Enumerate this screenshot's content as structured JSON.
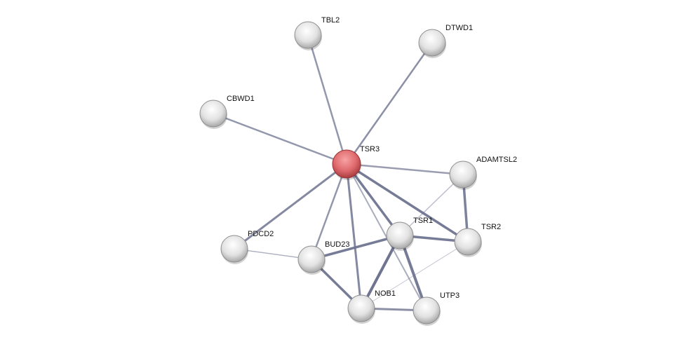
{
  "network": {
    "query_protein": "TSR3",
    "nodes": [
      {
        "id": "TSR3",
        "label": "TSR3",
        "query": true
      },
      {
        "id": "TBL2",
        "label": "TBL2"
      },
      {
        "id": "DTWD1",
        "label": "DTWD1"
      },
      {
        "id": "CBWD1",
        "label": "CBWD1"
      },
      {
        "id": "ADAMTSL2",
        "label": "ADAMTSL2"
      },
      {
        "id": "TSR1",
        "label": "TSR1"
      },
      {
        "id": "TSR2",
        "label": "TSR2"
      },
      {
        "id": "PDCD2",
        "label": "PDCD2"
      },
      {
        "id": "BUD23",
        "label": "BUD23"
      },
      {
        "id": "NOB1",
        "label": "NOB1"
      },
      {
        "id": "UTP3",
        "label": "UTP3"
      }
    ],
    "edges": [
      [
        "TSR3",
        "TBL2"
      ],
      [
        "TSR3",
        "DTWD1"
      ],
      [
        "TSR3",
        "CBWD1"
      ],
      [
        "TSR3",
        "ADAMTSL2"
      ],
      [
        "TSR3",
        "PDCD2"
      ],
      [
        "TSR3",
        "BUD23"
      ],
      [
        "TSR3",
        "NOB1"
      ],
      [
        "TSR3",
        "TSR1"
      ],
      [
        "TSR3",
        "TSR2"
      ],
      [
        "TSR3",
        "UTP3"
      ],
      [
        "ADAMTSL2",
        "TSR1"
      ],
      [
        "ADAMTSL2",
        "TSR2"
      ],
      [
        "TSR1",
        "TSR2"
      ],
      [
        "TSR1",
        "BUD23"
      ],
      [
        "TSR1",
        "NOB1"
      ],
      [
        "TSR1",
        "UTP3"
      ],
      [
        "PDCD2",
        "BUD23"
      ],
      [
        "BUD23",
        "NOB1"
      ],
      [
        "NOB1",
        "UTP3"
      ],
      [
        "NOB1",
        "TSR2"
      ]
    ],
    "colors": {
      "query_node": "#d9585c",
      "node": "#e0e0e0",
      "edge": "#6f7490"
    }
  }
}
